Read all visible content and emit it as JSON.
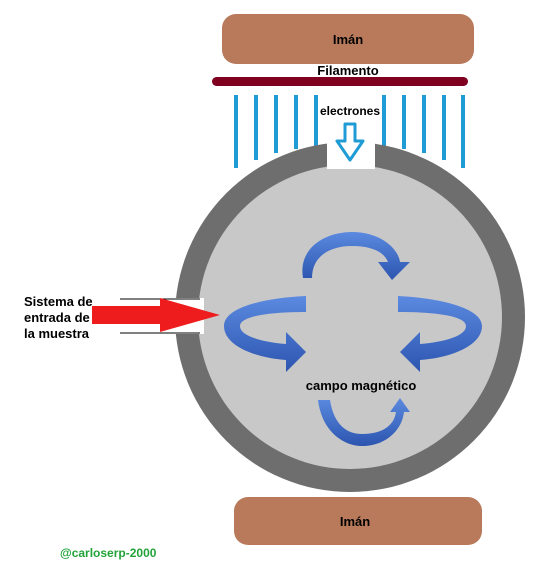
{
  "labels": {
    "top_magnet": "Imán",
    "bottom_magnet": "Imán",
    "filament": "Filamento",
    "electrons": "electrones",
    "inlet_line1": "Sistema de",
    "inlet_line2": "entrada de",
    "inlet_line3": "la muestra",
    "magnetic_field": "campo magnético",
    "credit": "@carloserp-2000"
  },
  "colors": {
    "magnet": "#b87a5a",
    "filament": "#800020",
    "electron_beam": "#1f9bd6",
    "chamber_wall": "#6e6e6e",
    "chamber_inner": "#c8c8c8",
    "field_arrow": "#3a67c4",
    "inlet_arrow": "#ee1c1c",
    "credit": "#22a33a"
  }
}
